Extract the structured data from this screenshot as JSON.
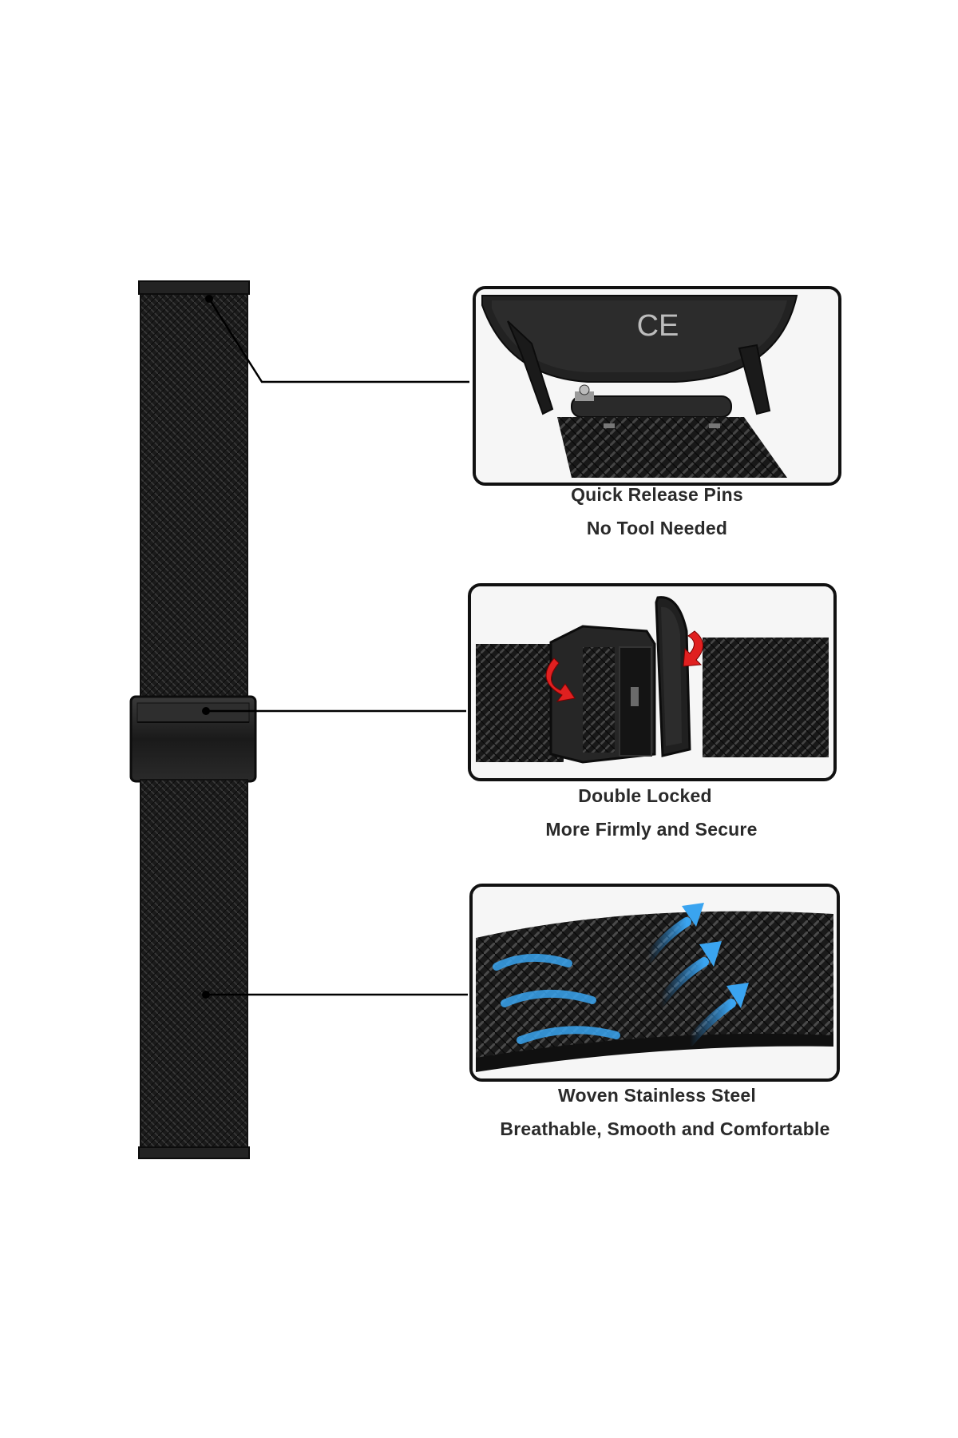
{
  "features": [
    {
      "title": "Quick Release Pins",
      "subtitle": "No Tool Needed",
      "icon": "quick-release-pin-closeup"
    },
    {
      "title": "Double Locked",
      "subtitle": "More Firmly and Secure",
      "icon": "double-lock-clasp-closeup"
    },
    {
      "title": "Woven Stainless Steel",
      "subtitle": "Breathable, Smooth and Comfortable",
      "icon": "mesh-breathable-airflow-closeup"
    }
  ],
  "product": {
    "icon": "milanese-mesh-watch-band",
    "logo_text": "CE"
  },
  "colors": {
    "band": "#1c1c1c",
    "frame": "#111111",
    "caption": "#2a2a2a",
    "arrow_red": "#e02020",
    "arrow_blue": "#2f8fe0"
  }
}
